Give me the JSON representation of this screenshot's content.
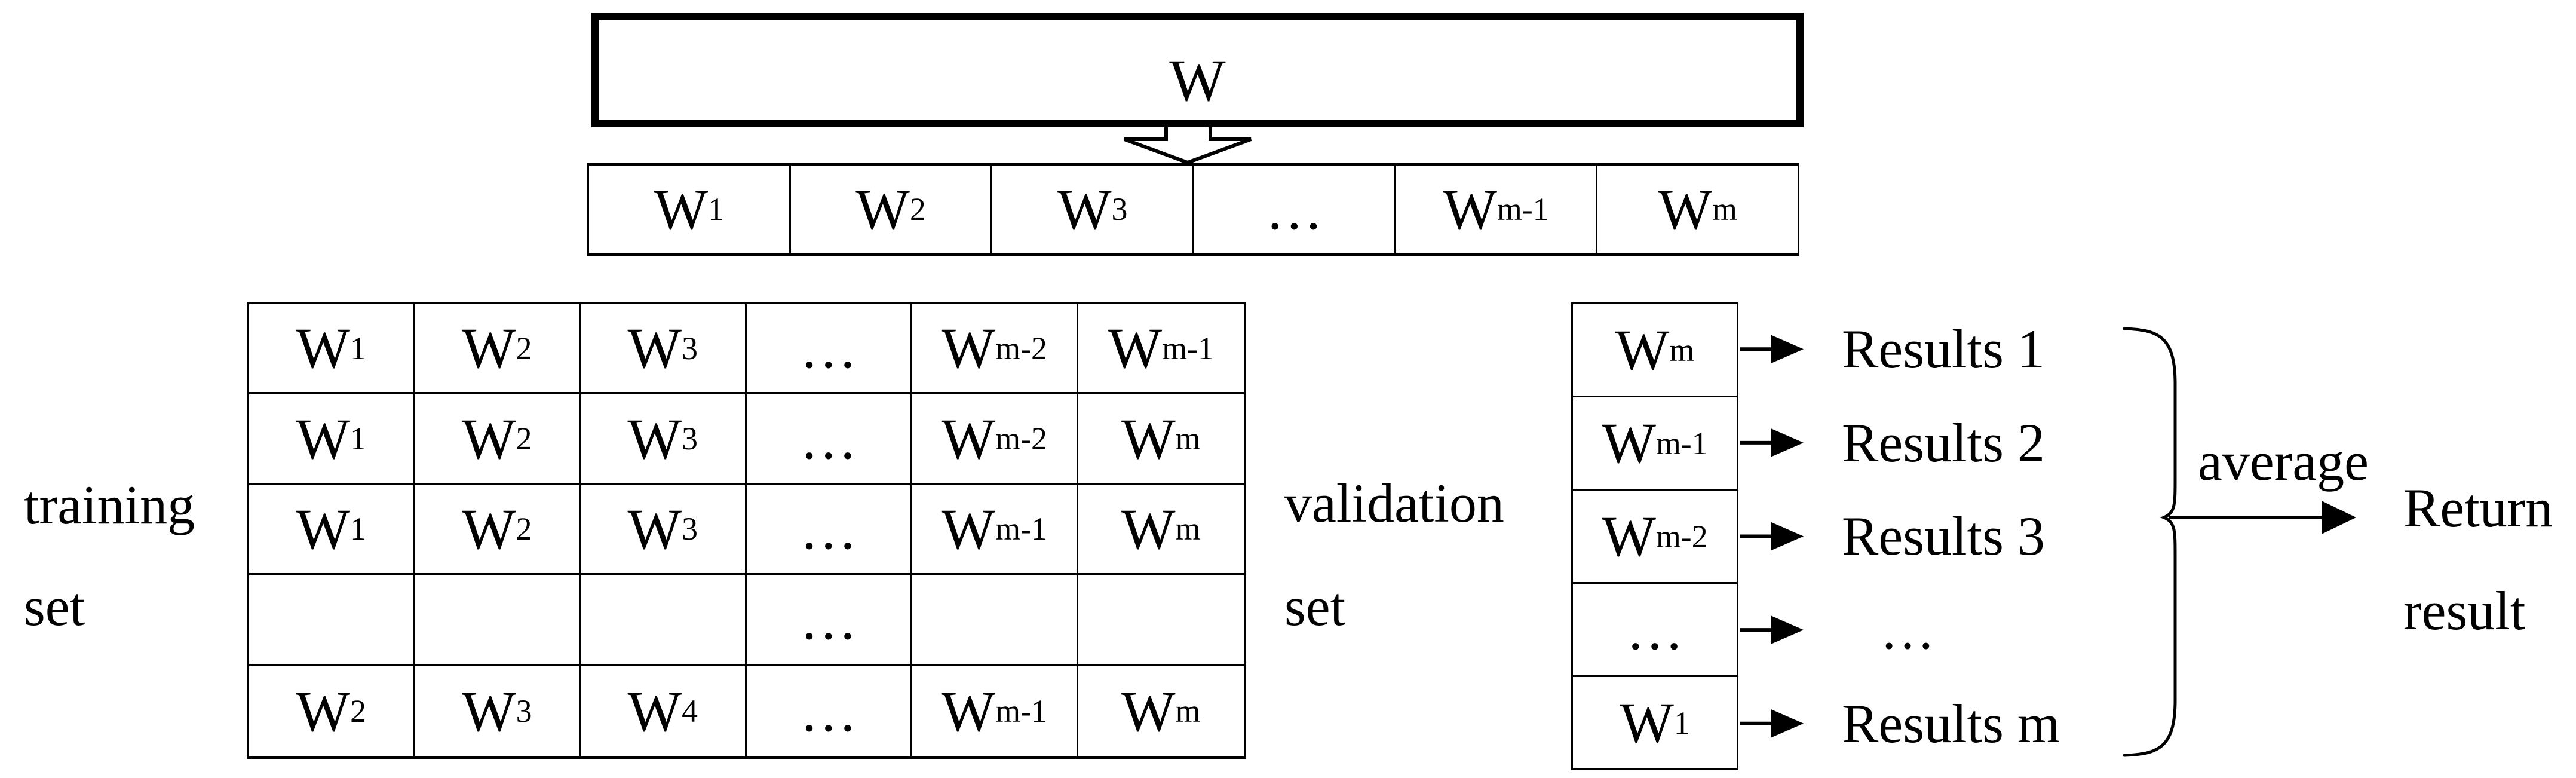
{
  "figure": {
    "w_box": {
      "label": "W"
    },
    "strip": {
      "cells": [
        {
          "b": "W",
          "s": "1"
        },
        {
          "b": "W",
          "s": "2"
        },
        {
          "b": "W",
          "s": "3"
        },
        {
          "b": "…",
          "s": ""
        },
        {
          "b": "W",
          "s": "m-1"
        },
        {
          "b": "W",
          "s": "m"
        }
      ]
    },
    "training": {
      "label_line1": "training",
      "label_line2": "set",
      "rows": [
        [
          {
            "b": "W",
            "s": "1"
          },
          {
            "b": "W",
            "s": "2"
          },
          {
            "b": "W",
            "s": "3"
          },
          {
            "b": "…",
            "s": ""
          },
          {
            "b": "W",
            "s": "m-2"
          },
          {
            "b": "W",
            "s": "m-1"
          }
        ],
        [
          {
            "b": "W",
            "s": "1"
          },
          {
            "b": "W",
            "s": "2"
          },
          {
            "b": "W",
            "s": "3"
          },
          {
            "b": "…",
            "s": ""
          },
          {
            "b": "W",
            "s": "m-2"
          },
          {
            "b": "W",
            "s": "m"
          }
        ],
        [
          {
            "b": "W",
            "s": "1"
          },
          {
            "b": "W",
            "s": "2"
          },
          {
            "b": "W",
            "s": "3"
          },
          {
            "b": "…",
            "s": ""
          },
          {
            "b": "W",
            "s": "m-1"
          },
          {
            "b": "W",
            "s": "m"
          }
        ],
        [
          {
            "b": "",
            "s": ""
          },
          {
            "b": "",
            "s": ""
          },
          {
            "b": "",
            "s": ""
          },
          {
            "b": "…",
            "s": ""
          },
          {
            "b": "",
            "s": ""
          },
          {
            "b": "",
            "s": ""
          }
        ],
        [
          {
            "b": "W",
            "s": "2"
          },
          {
            "b": "W",
            "s": "3"
          },
          {
            "b": "W",
            "s": "4"
          },
          {
            "b": "…",
            "s": ""
          },
          {
            "b": "W",
            "s": "m-1"
          },
          {
            "b": "W",
            "s": "m"
          }
        ]
      ]
    },
    "validation": {
      "label_line1": "validation",
      "label_line2": "set",
      "cells": [
        {
          "b": "W",
          "s": "m"
        },
        {
          "b": "W",
          "s": "m-1"
        },
        {
          "b": "W",
          "s": "m-2"
        },
        {
          "b": "…",
          "s": ""
        },
        {
          "b": "W",
          "s": "1"
        }
      ]
    },
    "results": {
      "items": [
        "Results 1",
        "Results 2",
        "Results 3",
        "…",
        "Results m"
      ]
    },
    "average_label": "average",
    "return": {
      "line1": "Return",
      "line2": "result"
    },
    "colors": {
      "ink": "#000000",
      "background": "#ffffff"
    }
  }
}
